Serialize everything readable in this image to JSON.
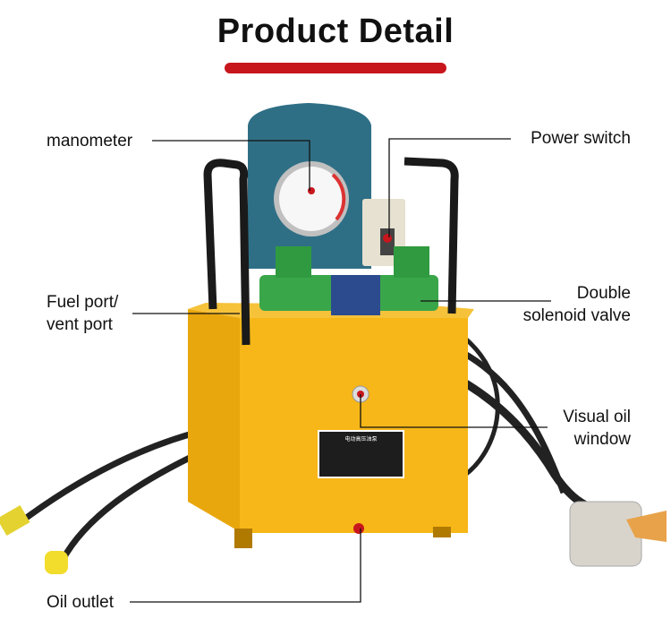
{
  "header": {
    "title": "Product Detail"
  },
  "callouts": {
    "manometer": "manometer",
    "power_switch": "Power switch",
    "fuel_port_line1": "Fuel port/",
    "fuel_port_line2": "vent port",
    "solenoid_line1": "Double",
    "solenoid_line2": "solenoid valve",
    "oil_window_line1": "Visual oil",
    "oil_window_line2": "window",
    "oil_outlet": "Oil outlet"
  },
  "nameplate": {
    "title": "电动高压油泵"
  },
  "colors": {
    "accent": "#c8161d",
    "tank": "#f7b718",
    "motor": "#2f6f86",
    "valve": "#3aa64a"
  }
}
